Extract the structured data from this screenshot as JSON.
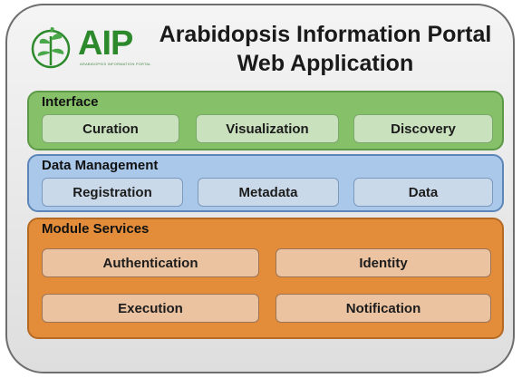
{
  "logo": {
    "text": "AIP",
    "tagline": "ARABIDOPSIS INFORMATION PORTAL"
  },
  "title": {
    "line1": "Arabidopsis Information Portal",
    "line2": "Web Application"
  },
  "interface": {
    "label": "Interface",
    "items": [
      "Curation",
      "Visualization",
      "Discovery"
    ],
    "color": "#86c16a"
  },
  "data_management": {
    "label": "Data Management",
    "items": [
      "Registration",
      "Metadata",
      "Data"
    ],
    "color": "#a9c8ea"
  },
  "module_services": {
    "label": "Module Services",
    "items": [
      "Authentication",
      "Identity",
      "Execution",
      "Notification"
    ],
    "color": "#e38d3b"
  }
}
